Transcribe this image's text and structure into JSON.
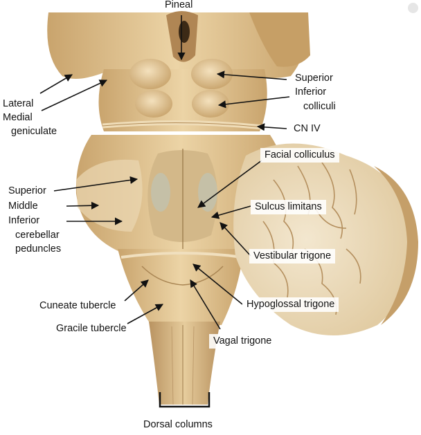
{
  "labels": {
    "pineal": "Pineal",
    "lateral": "Lateral",
    "medial": "Medial",
    "geniculate": "geniculate",
    "superior_coll": "Superior",
    "inferior_coll": "Inferior",
    "colliculi": "colliculi",
    "cn_iv": "CN IV",
    "facial_colliculus": "Facial colliculus",
    "superior_ped": "Superior",
    "middle_ped": "Middle",
    "inferior_ped": "Inferior",
    "cerebellar": "cerebellar",
    "peduncles": "peduncles",
    "sulcus_limitans": "Sulcus limitans",
    "vestibular_trigone": "Vestibular trigone",
    "cuneate_tubercle": "Cuneate tubercle",
    "hypoglossal_trigone": "Hypoglossal trigone",
    "gracile_tubercle": "Gracile tubercle",
    "vagal_trigone": "Vagal trigone",
    "dorsal_columns": "Dorsal columns"
  },
  "colors": {
    "tissue": "#d9bb8a",
    "tissue_light": "#ecd6ae",
    "tissue_shadow": "#b8955f",
    "cerebellum_white": "#f1e6cf",
    "cerebellum_gray": "#c9a878",
    "floor_tint": "#c7cfc8"
  }
}
